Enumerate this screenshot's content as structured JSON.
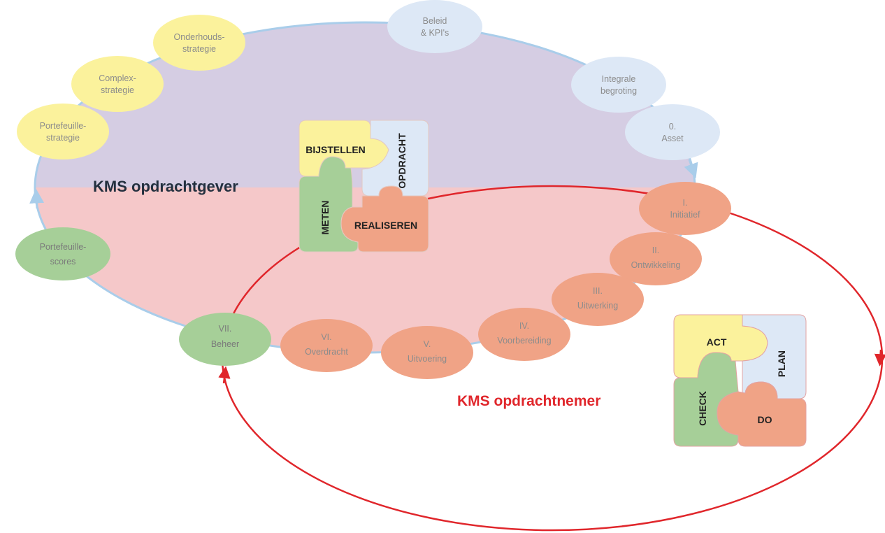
{
  "colors": {
    "top_half": "#d5cde3",
    "bottom_half": "#f5c8c9",
    "blue_ring": "#a9cdea",
    "red_ring": "#e0262b",
    "yellow": "#fbf29c",
    "light_blue": "#dde8f6",
    "green": "#a6cf98",
    "salmon": "#f0a386",
    "dark_text": "#23303f",
    "red_text": "#e0262b"
  },
  "labels": {
    "kms_opdrachtgever": "KMS opdrachtgever",
    "kms_opdrachtnemer": "KMS opdrachtnemer"
  },
  "nodes": {
    "onderhouds": [
      "Onderhouds-",
      "strategie"
    ],
    "complex": [
      "Complex-",
      "strategie"
    ],
    "portefeuille_strategie": [
      "Portefeuille-",
      "strategie"
    ],
    "beleid": [
      "Beleid",
      "& KPI's"
    ],
    "integrale": [
      "Integrale",
      "begroting"
    ],
    "asset": [
      "0.",
      "Asset"
    ],
    "initiatief": [
      "I.",
      "Initiatief"
    ],
    "ontwikkeling": [
      "II.",
      "Ontwikkeling"
    ],
    "uitwerking": [
      "III.",
      "Uitwerking"
    ],
    "voorbereiding": [
      "IV.",
      "Voorbereiding"
    ],
    "uitvoering": [
      "V.",
      "Uitvoering"
    ],
    "overdracht": [
      "VI.",
      "Overdracht"
    ],
    "beheer": [
      "VII.",
      "Beheer"
    ],
    "portefeuille_scores": [
      "Portefeuille-",
      "scores"
    ]
  },
  "puzzle_kms": {
    "bijstellen": "BIJSTELLEN",
    "opdracht": "OPDRACHT",
    "meten": "METEN",
    "realiseren": "REALISEREN"
  },
  "puzzle_pdca": {
    "act": "ACT",
    "plan": "PLAN",
    "check": "CHECK",
    "do": "DO"
  }
}
